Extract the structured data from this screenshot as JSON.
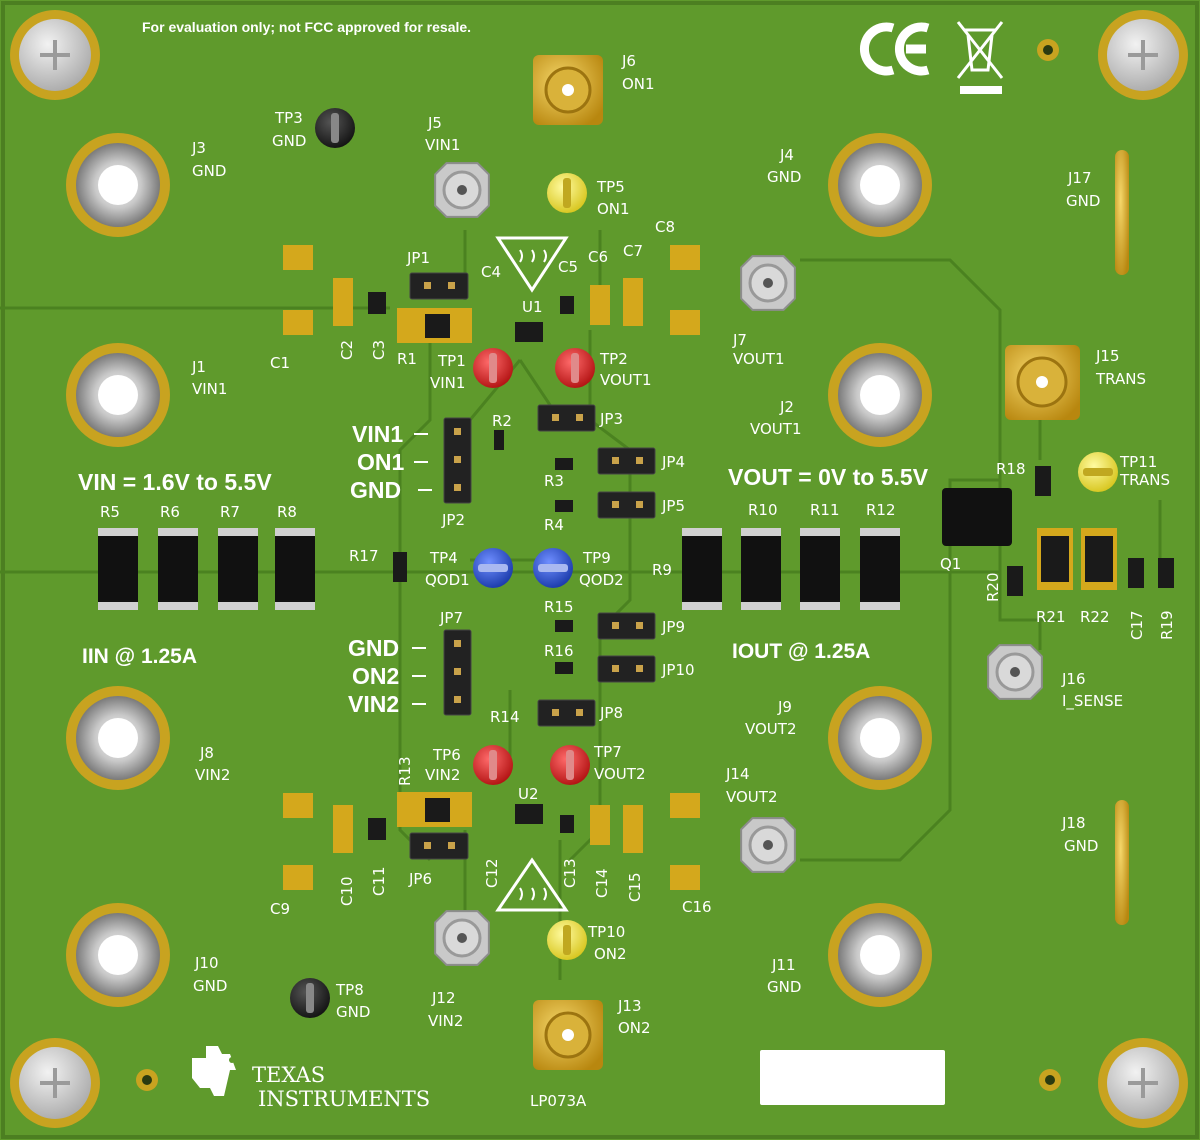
{
  "notice": "For evaluation only; not FCC approved for resale.",
  "product": "LP073A",
  "brand": {
    "line1": "TEXAS",
    "line2": "INSTRUMENTS",
    "logo_icon": "ti-logo-icon"
  },
  "regulatory_icons": [
    "ce-mark-icon",
    "weee-bin-icon"
  ],
  "colors": {
    "pcb": "#5f9a2c",
    "pad_gold": "#d4a81c",
    "tp_red": "#d62424",
    "tp_blue": "#2450c8",
    "tp_yellow": "#f0e030",
    "tp_black": "#222222"
  },
  "headings": {
    "vin_range": "VIN = 1.6V to 5.5V",
    "vout_range": "VOUT = 0V to 5.5V",
    "iin": "IIN @ 1.25A",
    "iout": "IOUT @ 1.25A"
  },
  "jp2_labels": [
    "VIN1",
    "ON1",
    "GND"
  ],
  "jp7_labels": [
    "GND",
    "ON2",
    "VIN2"
  ],
  "refdes": {
    "J1": "J1",
    "J2": "J2",
    "J3": "J3",
    "J4": "J4",
    "J5": "J5",
    "J6": "J6",
    "J7": "J7",
    "J8": "J8",
    "J9": "J9",
    "J10": "J10",
    "J11": "J11",
    "J12": "J12",
    "J13": "J13",
    "J14": "J14",
    "J15": "J15",
    "J16": "J16",
    "J17": "J17",
    "J18": "J18",
    "TP1": "TP1",
    "TP2": "TP2",
    "TP3": "TP3",
    "TP4": "TP4",
    "TP5": "TP5",
    "TP6": "TP6",
    "TP7": "TP7",
    "TP8": "TP8",
    "TP9": "TP9",
    "TP10": "TP10",
    "TP11": "TP11",
    "JP1": "JP1",
    "JP2": "JP2",
    "JP3": "JP3",
    "JP4": "JP4",
    "JP5": "JP5",
    "JP6": "JP6",
    "JP7": "JP7",
    "JP8": "JP8",
    "JP9": "JP9",
    "JP10": "JP10",
    "U1": "U1",
    "U2": "U2",
    "Q1": "Q1",
    "R1": "R1",
    "R2": "R2",
    "R3": "R3",
    "R4": "R4",
    "R5": "R5",
    "R6": "R6",
    "R7": "R7",
    "R8": "R8",
    "R9": "R9",
    "R10": "R10",
    "R11": "R11",
    "R12": "R12",
    "R13": "R13",
    "R14": "R14",
    "R15": "R15",
    "R16": "R16",
    "R17": "R17",
    "R18": "R18",
    "R19": "R19",
    "R20": "R20",
    "R21": "R21",
    "R22": "R22",
    "C1": "C1",
    "C2": "C2",
    "C3": "C3",
    "C4": "C4",
    "C5": "C5",
    "C6": "C6",
    "C7": "C7",
    "C8": "C8",
    "C9": "C9",
    "C10": "C10",
    "C11": "C11",
    "C12": "C12",
    "C13": "C13",
    "C14": "C14",
    "C15": "C15",
    "C16": "C16",
    "C17": "C17"
  },
  "nets": {
    "GND": "GND",
    "VIN1": "VIN1",
    "VIN2": "VIN2",
    "VOUT1": "VOUT1",
    "VOUT2": "VOUT2",
    "ON1": "ON1",
    "ON2": "ON2",
    "QOD1": "QOD1",
    "QOD2": "QOD2",
    "TRANS": "TRANS",
    "I_SENSE": "I_SENSE"
  }
}
